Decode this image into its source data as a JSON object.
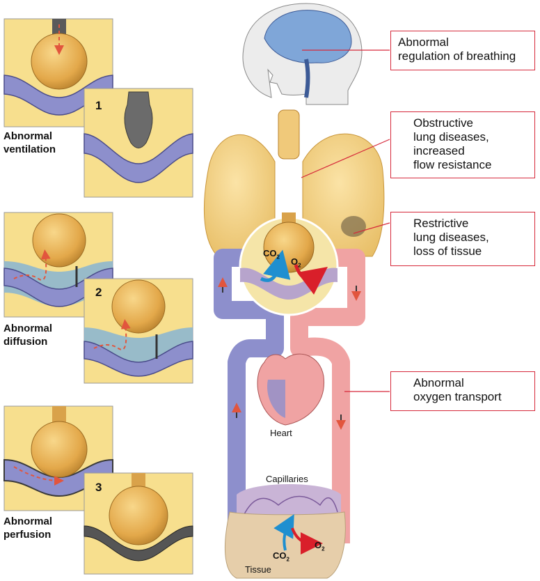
{
  "panels": [
    {
      "number": "1",
      "label_line1": "Abnormal",
      "label_line2": "ventilation"
    },
    {
      "number": "2",
      "label_line1": "Abnormal",
      "label_line2": "diffusion"
    },
    {
      "number": "3",
      "label_line1": "Abnormal",
      "label_line2": "perfusion"
    }
  ],
  "callouts": [
    {
      "lines": [
        "Abnormal",
        "regulation of breathing"
      ]
    },
    {
      "lines": [
        "Obstructive",
        "lung diseases,",
        "increased",
        "flow resistance"
      ]
    },
    {
      "lines": [
        "Restrictive",
        "lung diseases,",
        "loss of tissue"
      ]
    },
    {
      "lines": [
        "Abnormal",
        "oxygen transport"
      ]
    }
  ],
  "labels": {
    "heart": "Heart",
    "capillaries": "Capillaries",
    "tissue": "Tissue",
    "co2_main": "CO",
    "co2_sub": "2",
    "o2_main": "O",
    "o2_sub": "2"
  },
  "colors": {
    "alveolus": "#e8b24a",
    "background_panel": "#f7df8e",
    "venous_blood": "#8d8fcc",
    "arterial_blood": "#f0a3a3",
    "callout_border": "#d6283a",
    "co2_arrow": "#1f8fd0",
    "o2_arrow": "#d91f2a",
    "tissue": "#e6ceaa"
  }
}
